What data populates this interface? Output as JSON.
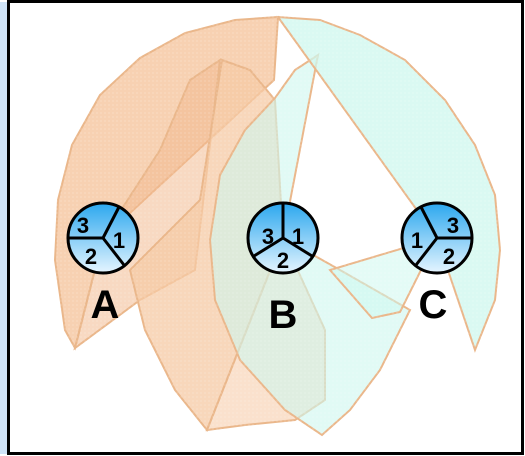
{
  "colors": {
    "frame_border": "#000000",
    "side_bar": "#cfe3f7",
    "sector_orange_fill": "#f6c9a4",
    "sector_orange_stroke": "#eab78b",
    "sector_cyan_fill": "#cdf7ee",
    "sector_cyan_stroke": "#eab78b",
    "antenna_light": "#e6f5ff",
    "antenna_dark": "#2ba7ee"
  },
  "sites": [
    {
      "id": "site-a",
      "label": "A",
      "sectors": [
        "3",
        "1",
        "2"
      ]
    },
    {
      "id": "site-b",
      "label": "B",
      "sectors": [
        "3",
        "1",
        "2"
      ]
    },
    {
      "id": "site-c",
      "label": "C",
      "sectors": [
        "1",
        "3",
        "2"
      ]
    }
  ]
}
